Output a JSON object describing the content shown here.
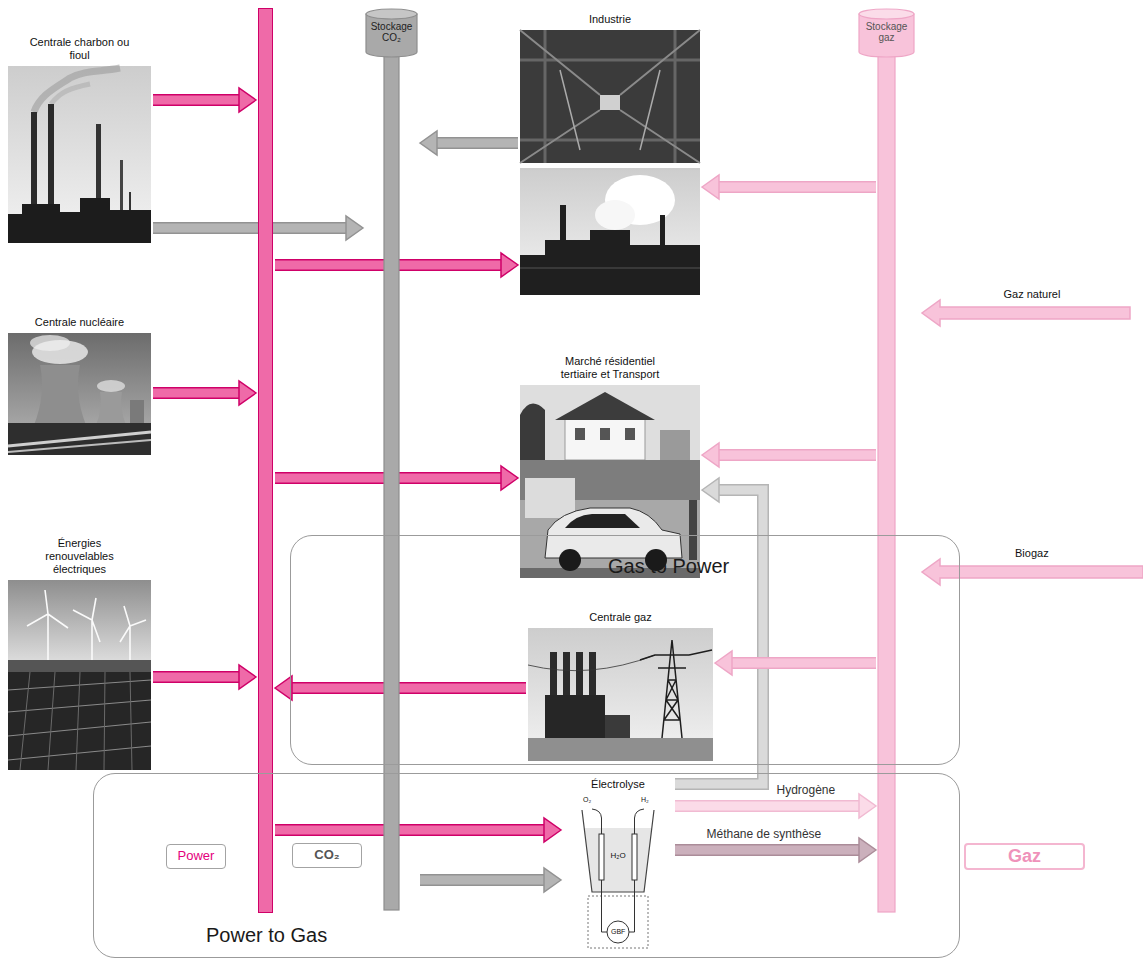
{
  "diagram": {
    "nodes": [
      {
        "text": [
          "Centrale charbon ou fioul"
        ]
      },
      {
        "text": [
          "Power"
        ]
      },
      {
        "text": [
          "Stockage CO₂",
          "CO₂"
        ]
      },
      {
        "text": [
          "Industrie"
        ]
      },
      {
        "text": [
          "Stockage gaz",
          "Gaz"
        ]
      },
      {
        "text": [
          "Centrale nucléaire"
        ]
      },
      {
        "text": [
          "Marché résidentiel tertiaire et Transport"
        ]
      },
      {
        "text": [
          "Énergies renouvelables électriques"
        ]
      },
      {
        "text": [
          "Gas to Power"
        ]
      },
      {
        "text": [
          "Centrale gaz"
        ],
        "in": 8
      },
      {
        "text": [
          "Power to Gas"
        ]
      },
      {
        "text": [
          "Électrolyse"
        ],
        "in": 10
      }
    ],
    "edges": [
      {
        "from": 0,
        "to": 1,
        "arrow": "to"
      },
      {
        "from": 0,
        "to": 2,
        "arrow": "to"
      },
      {
        "from": 5,
        "to": 1,
        "arrow": "to"
      },
      {
        "from": 7,
        "to": 1,
        "arrow": "to"
      },
      {
        "from": 1,
        "to": 3,
        "arrow": "to"
      },
      {
        "from": 3,
        "to": 2,
        "arrow": "to"
      },
      {
        "from": 4,
        "to": 3,
        "arrow": "to"
      },
      {
        "from": 1,
        "to": 6,
        "arrow": "to"
      },
      {
        "from": 4,
        "to": 6,
        "arrow": "to"
      },
      {
        "from": 11,
        "to": 6,
        "arrow": "to"
      },
      {
        "from": 4,
        "to": 9,
        "arrow": "to"
      },
      {
        "from": 9,
        "to": 1,
        "arrow": "to"
      },
      {
        "from": 1,
        "to": 11,
        "arrow": "to"
      },
      {
        "from": 2,
        "to": 11,
        "arrow": "to"
      },
      {
        "from": 11,
        "to": 4,
        "label": "Hydrogène",
        "arrow": "to"
      },
      {
        "from": 11,
        "to": 4,
        "label": "Méthane de synthèse",
        "arrow": "to"
      }
    ],
    "labels": [
      "Gaz naturel",
      "Biogaz",
      "O₂",
      "H₂",
      "H₂O",
      "GBF"
    ]
  }
}
